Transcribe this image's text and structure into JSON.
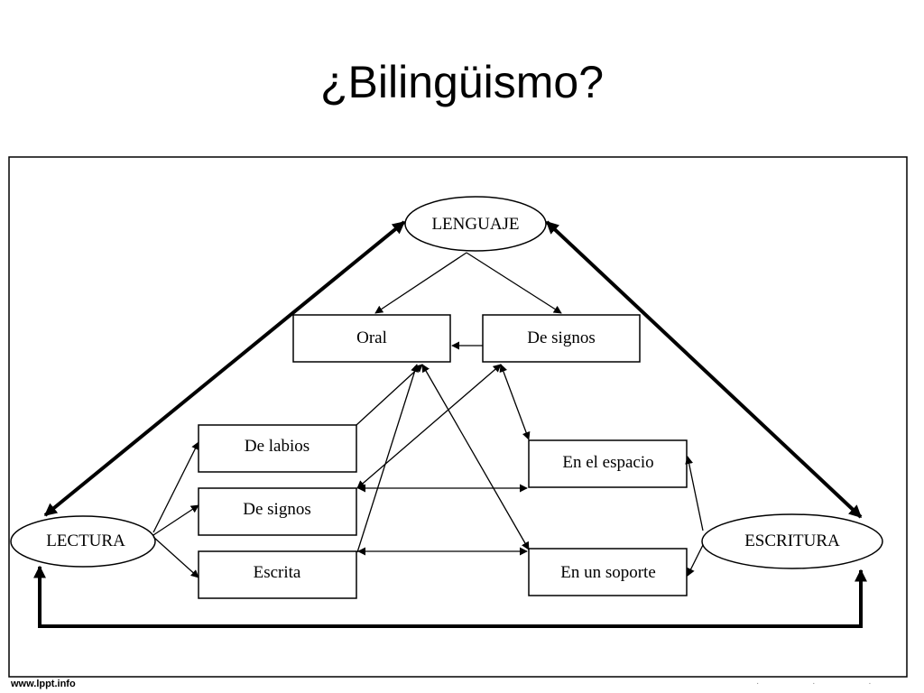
{
  "slide": {
    "title": "¿Bilingüismo?"
  },
  "footer": {
    "site": "www.lppt.info",
    "dots": "· · ·"
  },
  "diagram": {
    "nodes": {
      "lenguaje": "LENGUAJE",
      "oral": "Oral",
      "signos_top": "De signos",
      "labios": "De labios",
      "signos_mid": "De signos",
      "escrita": "Escrita",
      "espacio": "En el espacio",
      "soporte": "En un soporte",
      "lectura": "LECTURA",
      "escritura": "ESCRITURA"
    }
  }
}
